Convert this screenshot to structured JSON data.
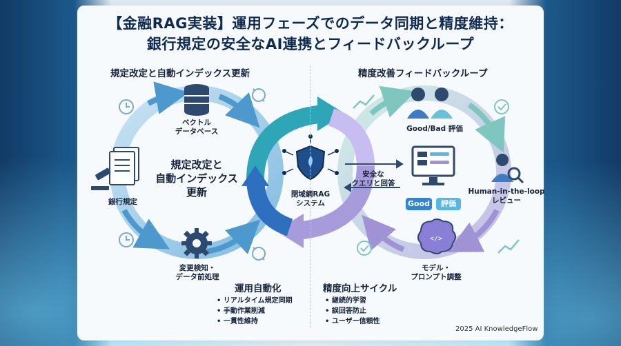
{
  "title": {
    "line1": "【金融RAG実装】運用フェーズでのデータ同期と精度維持：",
    "line2": "銀行規定の安全なAI連携とフィードバックループ"
  },
  "left": {
    "heading": "規定改定と自動インデックス更新",
    "center_label": [
      "規定改定と",
      "自動インデックス",
      "更新"
    ],
    "nodes": {
      "vector_db": [
        "ベクトル",
        "データベース"
      ],
      "bank_rules": "銀行規定",
      "change_detect": [
        "変更検知・",
        "データ前処理"
      ]
    }
  },
  "center": {
    "system_label": [
      "閉域網RAG",
      "システム"
    ],
    "query_label": [
      "安全な",
      "クエリと回答"
    ]
  },
  "right": {
    "heading": "精度改善フィードバックループ",
    "nodes": {
      "rating": "Good/Bad 評価",
      "hitl": [
        "Human-in-the-loop",
        "レビュー"
      ],
      "model": [
        "モデル・",
        "プロンプト調整"
      ]
    },
    "buttons": {
      "good": "Good",
      "rate": "評価"
    }
  },
  "ops": {
    "heading": "運用自動化",
    "items": [
      "リアルタイム規定同期",
      "手動作業削減",
      "一貫性維持"
    ]
  },
  "accuracy": {
    "heading": "精度向上サイクル",
    "items": [
      "継続的学習",
      "誤回答防止",
      "ユーザー信頼性"
    ]
  },
  "footer": "2025 AI KnowledgeFlow",
  "colors": {
    "navy": "#0f2a52",
    "left_ring": "#5aa7d6",
    "left_ring_light": "#b9dcf0",
    "right_ring": "#8fd4c9",
    "right_ring_purple": "#b4a8e0",
    "center_arrow_teal": "#2ea6b8",
    "center_arrow_blue": "#2f6fc0",
    "good_pill": "#2f86d6",
    "rate_pill": "#55b7e6"
  }
}
